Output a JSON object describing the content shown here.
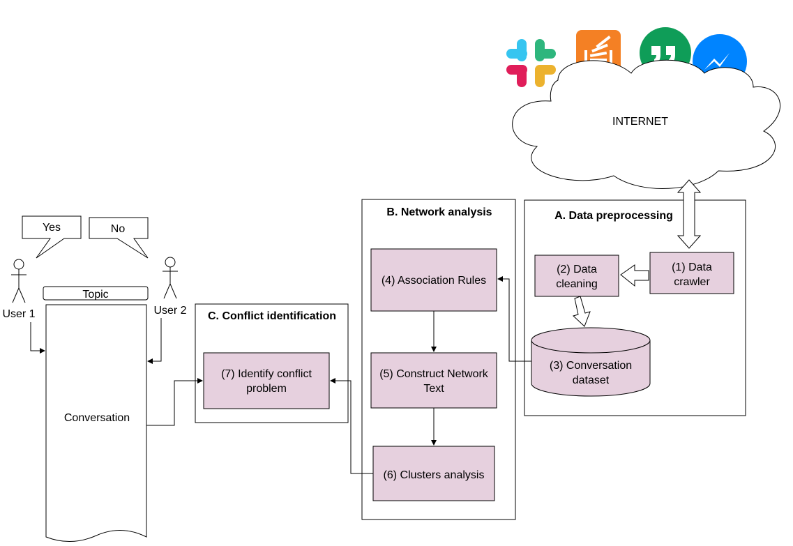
{
  "cloud": {
    "label": "INTERNET"
  },
  "app_icons": [
    "slack-icon",
    "stackoverflow-icon",
    "hangouts-icon",
    "messenger-icon"
  ],
  "colors": {
    "process_fill": "#e6d0de",
    "slack": [
      "#36c5f0",
      "#2eb67d",
      "#ecb22e",
      "#e01e5a"
    ],
    "stackoverflow": "#f48024",
    "hangouts": "#0f9d58",
    "messenger": "#0084ff"
  },
  "sections": {
    "preprocessing": {
      "title": "A. Data preprocessing"
    },
    "network": {
      "title": "B. Network analysis"
    },
    "conflict": {
      "title": "C. Conflict identification"
    }
  },
  "steps": {
    "crawler": [
      "(1) Data",
      "crawler"
    ],
    "cleaning": [
      "(2) Data",
      "cleaning"
    ],
    "dataset": [
      "(3) Conversation",
      "dataset"
    ],
    "association": [
      "(4) Association Rules"
    ],
    "network_text": [
      "(5) Construct Network",
      "Text"
    ],
    "clusters": [
      "(6) Clusters analysis"
    ],
    "identify": [
      "(7) Identify conflict",
      "problem"
    ]
  },
  "users": {
    "user1": {
      "label": "User 1",
      "speech": "Yes"
    },
    "user2": {
      "label": "User 2",
      "speech": "No"
    }
  },
  "conversation": {
    "topic": "Topic",
    "label": "Conversation"
  }
}
